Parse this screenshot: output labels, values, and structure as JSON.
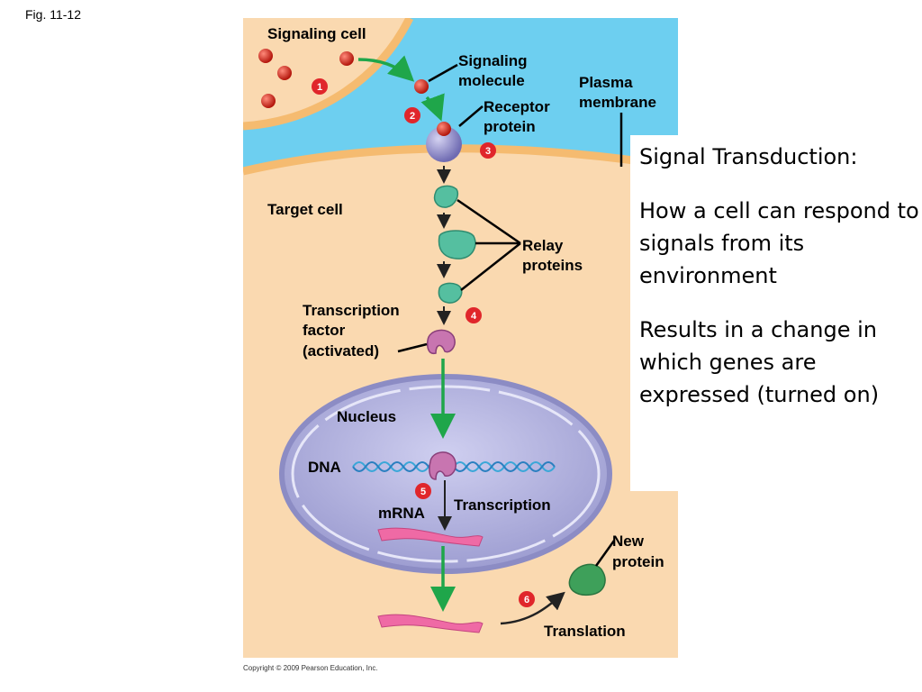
{
  "figure": {
    "label": "Fig. 11-12",
    "copyright": "Copyright © 2009 Pearson Education, Inc."
  },
  "labels": {
    "signaling_cell": "Signaling cell",
    "signaling_molecule_1": "Signaling",
    "signaling_molecule_2": "molecule",
    "receptor_1": "Receptor",
    "receptor_2": "protein",
    "plasma_1": "Plasma",
    "plasma_2": "membrane",
    "target_cell": "Target cell",
    "relay_1": "Relay",
    "relay_2": "proteins",
    "tf_1": "Transcription",
    "tf_2": "factor",
    "tf_3": "(activated)",
    "nucleus": "Nucleus",
    "dna": "DNA",
    "mrna": "mRNA",
    "transcription": "Transcription",
    "new_protein_1": "New",
    "new_protein_2": "protein",
    "translation": "Translation"
  },
  "steps": [
    "1",
    "2",
    "3",
    "4",
    "5",
    "6"
  ],
  "notes": {
    "heading": "Signal Transduction:",
    "para1": "How a cell can respond to signals from its environment",
    "para2": "Results in a change in which genes are expressed (turned on)"
  },
  "colors": {
    "cytoplasm": "#fad9b0",
    "extracellular": "#6dcff0",
    "membrane": "#f5bb70",
    "nucleus": "#b3b3df",
    "signal_molecule": "#d92a1e",
    "receptor": "#8c89c8",
    "relay_protein": "#55bfa0",
    "transcription_factor": "#c875b0",
    "mrna": "#ef6aa5",
    "new_protein": "#3ea05a",
    "arrow_green": "#1fa64a",
    "step_marker": "#e0262b"
  }
}
